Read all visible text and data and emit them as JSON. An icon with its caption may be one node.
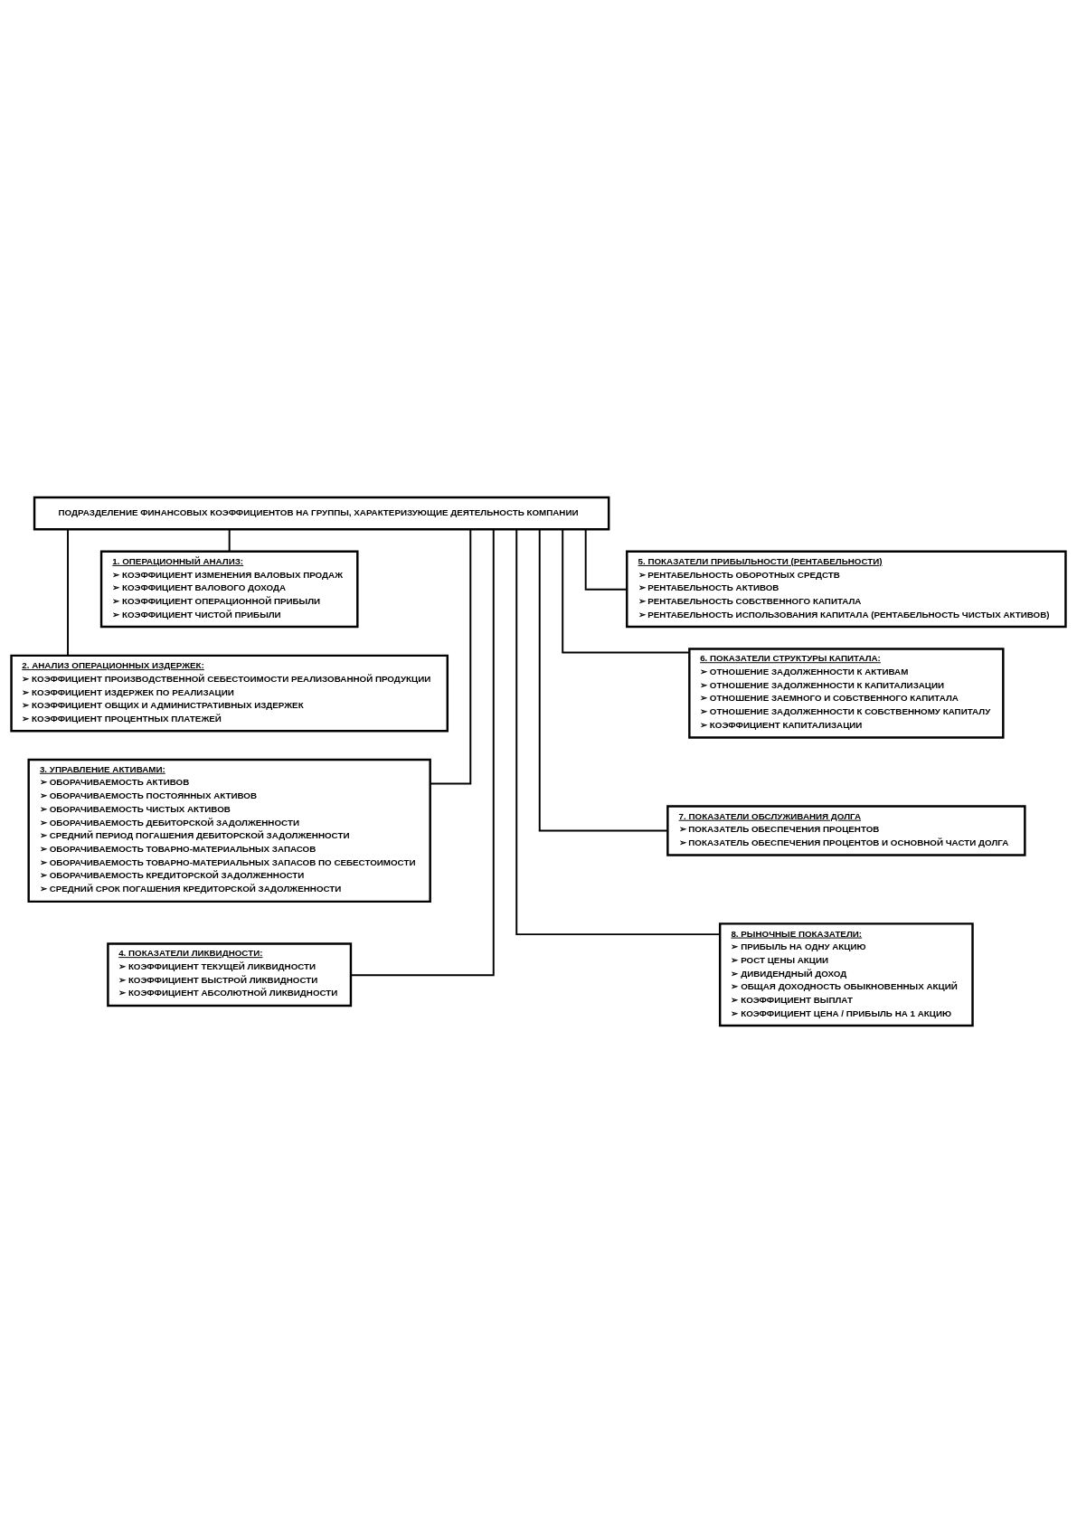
{
  "diagram": {
    "nodes": [
      {
        "text": [
          "ПОДРАЗДЕЛЕНИЕ ФИНАНСОВЫХ КОЭФФИЦИЕНТОВ НА ГРУППЫ, ХАРАКТЕРИЗУЮЩИЕ ДЕЯТЕЛЬНОСТЬ КОМПАНИИ"
        ]
      },
      {
        "text": [
          "1. ОПЕРАЦИОННЫЙ АНАЛИЗ:",
          "➢ КОЭФФИЦИЕНТ ИЗМЕНЕНИЯ ВАЛОВЫХ ПРОДАЖ",
          "➢ КОЭФФИЦИЕНТ ВАЛОВОГО ДОХОДА",
          "➢ КОЭФФИЦИЕНТ ОПЕРАЦИОННОЙ ПРИБЫЛИ",
          "➢ КОЭФФИЦИЕНТ ЧИСТОЙ ПРИБЫЛИ"
        ]
      },
      {
        "text": [
          "2. АНАЛИЗ ОПЕРАЦИОННЫХ ИЗДЕРЖЕК:",
          "➢ КОЭФФИЦИЕНТ ПРОИЗВОДСТВЕННОЙ СЕБЕСТОИМОСТИ РЕАЛИЗОВАННОЙ ПРОДУКЦИИ",
          "➢ КОЭФФИЦИЕНТ ИЗДЕРЖЕК ПО РЕАЛИЗАЦИИ",
          "➢ КОЭФФИЦИЕНТ ОБЩИХ И АДМИНИСТРАТИВНЫХ ИЗДЕРЖЕК",
          "➢ КОЭФФИЦИЕНТ ПРОЦЕНТНЫХ ПЛАТЕЖЕЙ"
        ]
      },
      {
        "text": [
          "3. УПРАВЛЕНИЕ АКТИВАМИ:",
          "➢ ОБОРАЧИВАЕМОСТЬ АКТИВОВ",
          "➢ ОБОРАЧИВАЕМОСТЬ ПОСТОЯННЫХ АКТИВОВ",
          "➢ ОБОРАЧИВАЕМОСТЬ ЧИСТЫХ АКТИВОВ",
          "➢ ОБОРАЧИВАЕМОСТЬ ДЕБИТОРСКОЙ ЗАДОЛЖЕННОСТИ",
          "➢ СРЕДНИЙ ПЕРИОД ПОГАШЕНИЯ ДЕБИТОРСКОЙ ЗАДОЛЖЕННОСТИ",
          "➢ ОБОРАЧИВАЕМОСТЬ ТОВАРНО-МАТЕРИАЛЬНЫХ ЗАПАСОВ",
          "➢ ОБОРАЧИВАЕМОСТЬ ТОВАРНО-МАТЕРИАЛЬНЫХ ЗАПАСОВ ПО СЕБЕСТОИМОСТИ",
          "➢ ОБОРАЧИВАЕМОСТЬ КРЕДИТОРСКОЙ ЗАДОЛЖЕННОСТИ",
          "➢ СРЕДНИЙ СРОК ПОГАШЕНИЯ КРЕДИТОРСКОЙ ЗАДОЛЖЕННОСТИ"
        ]
      },
      {
        "text": [
          "4. ПОКАЗАТЕЛИ ЛИКВИДНОСТИ:",
          "➢ КОЭФФИЦИЕНТ ТЕКУЩЕЙ ЛИКВИДНОСТИ",
          "➢ КОЭФФИЦИЕНТ БЫСТРОЙ ЛИКВИДНОСТИ",
          "➢ КОЭФФИЦИЕНТ АБСОЛЮТНОЙ ЛИКВИДНОСТИ"
        ]
      },
      {
        "text": [
          "5. ПОКАЗАТЕЛИ ПРИБЫЛЬНОСТИ (РЕНТАБЕЛЬНОСТИ)",
          "➢ РЕНТАБЕЛЬНОСТЬ ОБОРОТНЫХ СРЕДСТВ",
          "➢ РЕНТАБЕЛЬНОСТЬ АКТИВОВ",
          "➢ РЕНТАБЕЛЬНОСТЬ СОБСТВЕННОГО КАПИТАЛА",
          "➢ РЕНТАБЕЛЬНОСТЬ ИСПОЛЬЗОВАНИЯ КАПИТАЛА (РЕНТАБЕЛЬНОСТЬ ЧИСТЫХ АКТИВОВ)"
        ]
      },
      {
        "text": [
          "6. ПОКАЗАТЕЛИ СТРУКТУРЫ КАПИТАЛА:",
          "➢ ОТНОШЕНИЕ ЗАДОЛЖЕННОСТИ К АКТИВАМ",
          "➢ ОТНОШЕНИЕ ЗАДОЛЖЕННОСТИ К КАПИТАЛИЗАЦИИ",
          "➢ ОТНОШЕНИЕ ЗАЕМНОГО И СОБСТВЕННОГО КАПИТАЛА",
          "➢ ОТНОШЕНИЕ ЗАДОЛЖЕННОСТИ К СОБСТВЕННОМУ КАПИТАЛУ",
          "➢ КОЭФФИЦИЕНТ КАПИТАЛИЗАЦИИ"
        ]
      },
      {
        "text": [
          "7. ПОКАЗАТЕЛИ ОБСЛУЖИВАНИЯ ДОЛГА",
          "➢ ПОКАЗАТЕЛЬ ОБЕСПЕЧЕНИЯ ПРОЦЕНТОВ",
          "➢ ПОКАЗАТЕЛЬ ОБЕСПЕЧЕНИЯ ПРОЦЕНТОВ И ОСНОВНОЙ ЧАСТИ ДОЛГА"
        ]
      },
      {
        "text": [
          "8. РЫНОЧНЫЕ ПОКАЗАТЕЛИ:",
          "➢ ПРИБЫЛЬ НА ОДНУ АКЦИЮ",
          "➢ РОСТ ЦЕНЫ АКЦИИ",
          "➢ ДИВИДЕНДНЫЙ ДОХОД",
          "➢ ОБЩАЯ ДОХОДНОСТЬ ОБЫКНОВЕННЫХ АКЦИЙ",
          "➢ КОЭФФИЦИЕНТ ВЫПЛАТ",
          "➢ КОЭФФИЦИЕНТ ЦЕНА / ПРИБЫЛЬ НА 1 АКЦИЮ"
        ]
      }
    ],
    "edges": [
      {
        "from": 0,
        "to": 1,
        "arrow": "none"
      },
      {
        "from": 0,
        "to": 2,
        "arrow": "none"
      },
      {
        "from": 0,
        "to": 3,
        "arrow": "none"
      },
      {
        "from": 0,
        "to": 4,
        "arrow": "none"
      },
      {
        "from": 0,
        "to": 5,
        "arrow": "none"
      },
      {
        "from": 0,
        "to": 6,
        "arrow": "none"
      },
      {
        "from": 0,
        "to": 7,
        "arrow": "none"
      },
      {
        "from": 0,
        "to": 8,
        "arrow": "none"
      }
    ]
  }
}
